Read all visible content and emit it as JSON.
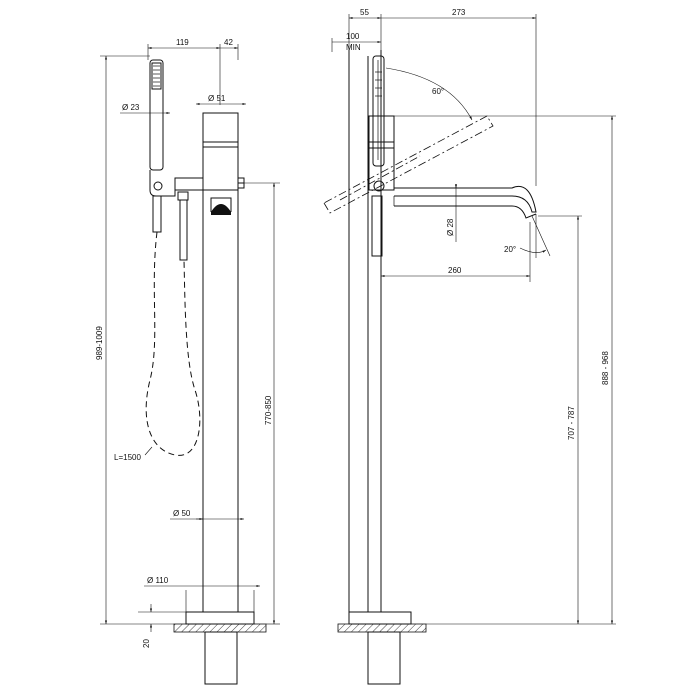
{
  "left_view": {
    "dims": {
      "width_119": "119",
      "width_42": "42",
      "diameter_51": "Ø 51",
      "diameter_23": "Ø 23",
      "height_total": "989-1009",
      "height_spout": "770-850",
      "hose_length": "L=1500",
      "diameter_50": "Ø 50",
      "diameter_110": "Ø 110",
      "base_20": "20"
    }
  },
  "right_view": {
    "dims": {
      "width_55": "55",
      "width_273": "273",
      "min_100": "100",
      "min_label": "MIN",
      "angle_60": "60°",
      "diameter_28": "Ø 28",
      "angle_20": "20°",
      "reach_260": "260",
      "height_707": "707 - 787",
      "height_888": "888 - 968"
    }
  }
}
